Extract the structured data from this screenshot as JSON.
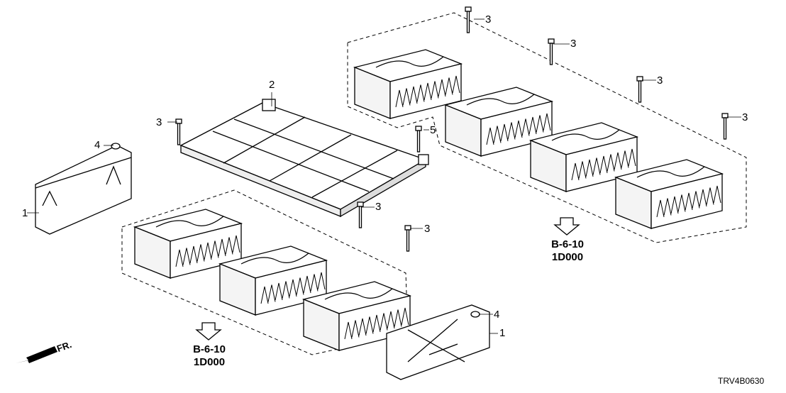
{
  "callouts": {
    "part1_a": "1",
    "part1_b": "1",
    "part2": "2",
    "part3_a": "3",
    "part3_b": "3",
    "part3_c": "3",
    "part3_d": "3",
    "part3_e": "3",
    "part3_f": "3",
    "part3_g": "3",
    "part4_a": "4",
    "part4_b": "4",
    "part5": "5"
  },
  "references": [
    {
      "line1": "B-6-10",
      "line2": "1D000"
    },
    {
      "line1": "B-6-10",
      "line2": "1D000"
    }
  ],
  "front_indicator": "FR.",
  "diagram_code": "TRV4B0630"
}
